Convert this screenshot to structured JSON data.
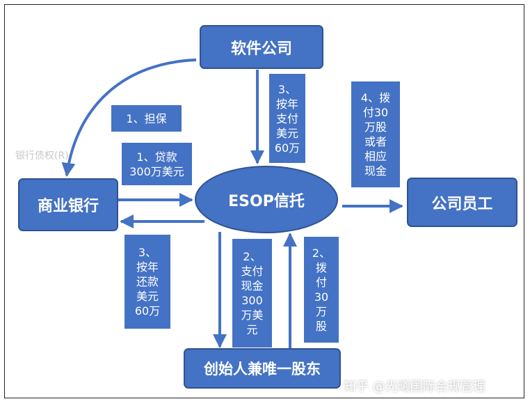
{
  "nodes": {
    "software_company": "软件公司",
    "bank": "商业银行",
    "esop": "ESOP信托",
    "employees": "公司员工",
    "founder": "创始人兼唯一股东"
  },
  "labels": {
    "guarantee": "1、担保",
    "loan": "1、贷款\n300万美元",
    "pay_60": "3、\n按年\n支付\n美元\n60万",
    "allocate": "4、拨\n付30\n万股\n或者\n相应\n现金",
    "repay": "3、\n按年\n还款\n美元\n60万",
    "pay_cash": "2、\n支付\n现金\n300\n万美\n元",
    "allot_shares": "2、\n拨\n付\n30\n万\n股"
  },
  "faint_text": "银行债权(R)",
  "watermark": "知乎 @光曦国际合规管理",
  "colors": {
    "box_fill": "#4472c4",
    "arrow": "#4472c4",
    "box_border": "#2f528f"
  }
}
